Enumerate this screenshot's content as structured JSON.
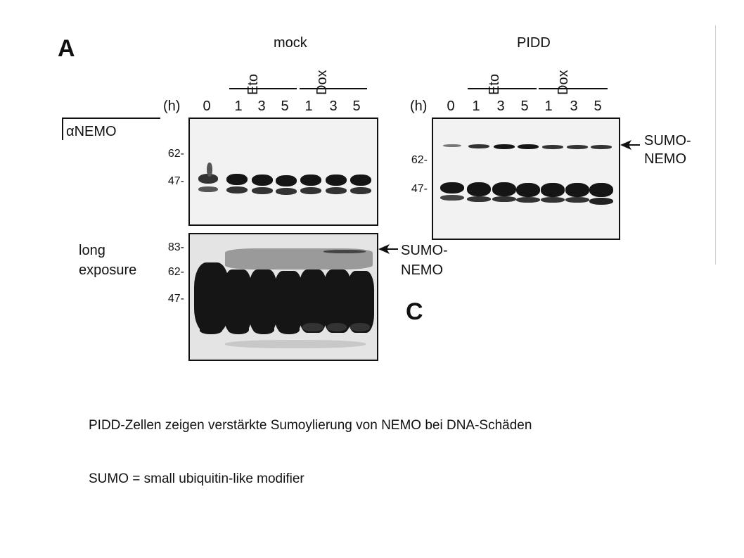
{
  "figure": {
    "panel_a_letter": "A",
    "panel_c_letter": "C",
    "left": {
      "condition": "mock",
      "drug1": "Eto",
      "drug2": "Dox",
      "hour_label": "(h)",
      "lanes": [
        "0",
        "1",
        "3",
        "5",
        "1",
        "3",
        "5"
      ],
      "antibody": "αNEMO",
      "top_mw": [
        "62-",
        "47-"
      ],
      "bottom_mw": [
        "83-",
        "62-",
        "47-"
      ],
      "long_exposure": [
        "long",
        "exposure"
      ],
      "sumo_label": [
        "SUMO-",
        "NEMO"
      ]
    },
    "right": {
      "condition": "PIDD",
      "drug1": "Eto",
      "drug2": "Dox",
      "hour_label": "(h)",
      "lanes": [
        "0",
        "1",
        "3",
        "5",
        "1",
        "3",
        "5"
      ],
      "mw": [
        "62-",
        "47-"
      ],
      "sumo_label": [
        "SUMO-",
        "NEMO"
      ]
    }
  },
  "captions": {
    "line1": "PIDD-Zellen zeigen verstärkte Sumoylierung von NEMO bei DNA-Schäden",
    "line2": "SUMO = small ubiquitin-like modifier"
  }
}
